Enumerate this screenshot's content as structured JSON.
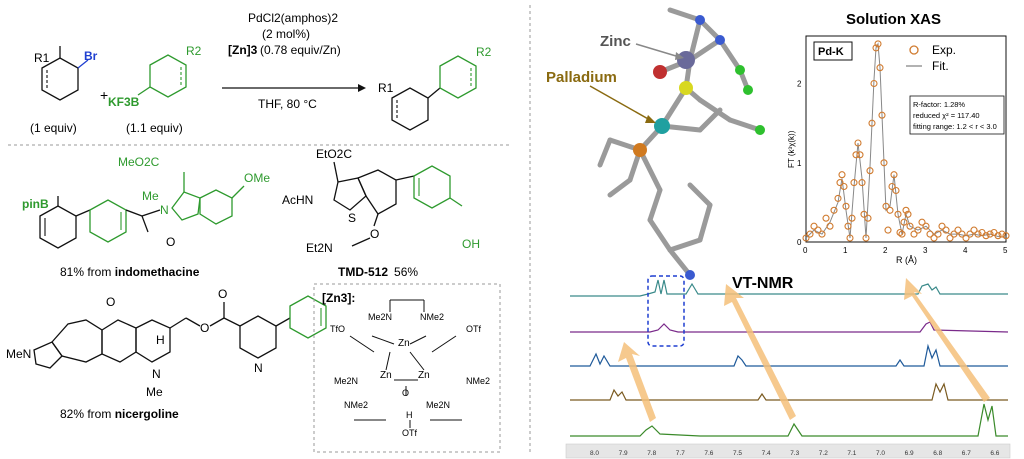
{
  "colors": {
    "green": "#2e9a2e",
    "orange": "#d07a2e",
    "highlight": "#f5c07a",
    "dashed_box": "#1f3fd0",
    "palladium": "#8a6a10",
    "divider": "#999999",
    "nmr_traces": [
      "#3a8a8a",
      "#7a2a8a",
      "#1f5a9a",
      "#7a5a20",
      "#3a8a2a"
    ]
  },
  "scheme": {
    "reactant1": {
      "label": "(1 equiv)",
      "substituent": "R1",
      "group": "Br"
    },
    "plus": "+",
    "reactant2": {
      "label": "(1.1 equiv)",
      "substituent": "R2",
      "group": "KF3B"
    },
    "conditions": {
      "catalyst": "PdCl2(amphos)2",
      "loading": "(2 mol%)",
      "additive": "[Zn]3",
      "additive_amount": "(0.78 equiv/Zn)",
      "solvent": "THF, 80 °C"
    },
    "product": {
      "r1": "R1",
      "r2": "R2"
    }
  },
  "examples": [
    {
      "id": "indomethacine",
      "prefix": "81% from ",
      "name": "indomethacine",
      "labels": {
        "ester": "MeO2C",
        "ome": "OMe",
        "me": "Me",
        "n": "N",
        "o": "O",
        "pinb": "pinB"
      }
    },
    {
      "id": "tmd512",
      "name": "TMD-512",
      "yield": "56%",
      "labels": {
        "ester": "EtO2C",
        "acnh": "AcHN",
        "s": "S",
        "o": "O",
        "net2": "Et2N",
        "oh": "OH"
      }
    },
    {
      "id": "nicergoline",
      "prefix": "82% from ",
      "name": "nicergoline",
      "labels": {
        "men": "MeN",
        "ome": "O",
        "h": "H",
        "n": "N",
        "me": "Me",
        "o1": "O",
        "o2": "O",
        "pyn": "N"
      }
    }
  ],
  "zn_complex": {
    "title": "[Zn3]:",
    "labels": {
      "tfo_left": "TfO",
      "otf_right": "OTf",
      "otf_bottom": "OTf",
      "zn_top": "Zn",
      "zn_left": "Zn",
      "zn_right": "Zn",
      "me2n_a": "Me2N",
      "nme2_a": "NMe2",
      "me2n_b": "Me2N",
      "nme2_b": "NMe2",
      "me2n_c": "Me2N",
      "nme2_c": "NMe2",
      "h": "H",
      "o": "O"
    }
  },
  "structure_3d": {
    "zinc_label": "Zinc",
    "palladium_label": "Palladium"
  },
  "xas": {
    "title": "Solution XAS",
    "edge_label": "Pd-K",
    "legend": {
      "exp": "Exp.",
      "fit": "Fit."
    },
    "stats": {
      "r_factor": "R-factor: 1.28%",
      "reduced_chi": "reduced χ² = 117.40",
      "fitting_range": "fitting range: 1.2 < r < 3.0"
    },
    "xlabel": "R (Å)",
    "ylabel": "FT (k³χ(k))",
    "x_ticks": [
      "0",
      "1",
      "2",
      "3",
      "4",
      "5"
    ],
    "y_ticks": [
      "0",
      "1",
      "2"
    ]
  },
  "chart_data": {
    "type": "scatter",
    "title": "Solution XAS",
    "xlabel": "R (Å)",
    "ylabel": "FT (k³χ(k))",
    "xlim": [
      0,
      5
    ],
    "ylim": [
      0,
      2.6
    ],
    "series": [
      {
        "name": "Exp.",
        "x": [
          0.0,
          0.1,
          0.2,
          0.3,
          0.4,
          0.5,
          0.6,
          0.7,
          0.8,
          0.85,
          0.9,
          0.95,
          1.0,
          1.05,
          1.1,
          1.15,
          1.2,
          1.25,
          1.3,
          1.35,
          1.4,
          1.45,
          1.5,
          1.55,
          1.6,
          1.65,
          1.7,
          1.75,
          1.8,
          1.85,
          1.9,
          1.95,
          2.0,
          2.05,
          2.1,
          2.15,
          2.2,
          2.25,
          2.3,
          2.35,
          2.4,
          2.45,
          2.5,
          2.55,
          2.6,
          2.7,
          2.8,
          2.9,
          3.0,
          3.1,
          3.2,
          3.3,
          3.4,
          3.5,
          3.6,
          3.7,
          3.8,
          3.9,
          4.0,
          4.1,
          4.2,
          4.3,
          4.4,
          4.5,
          4.6,
          4.7,
          4.8,
          4.9,
          5.0
        ],
        "y": [
          0.05,
          0.1,
          0.2,
          0.15,
          0.1,
          0.3,
          0.2,
          0.4,
          0.55,
          0.75,
          0.85,
          0.7,
          0.45,
          0.2,
          0.05,
          0.3,
          0.75,
          1.1,
          1.25,
          1.1,
          0.75,
          0.35,
          0.05,
          0.3,
          0.9,
          1.5,
          2.0,
          2.45,
          2.5,
          2.2,
          1.6,
          1.0,
          0.45,
          0.15,
          0.4,
          0.7,
          0.85,
          0.65,
          0.35,
          0.12,
          0.1,
          0.25,
          0.4,
          0.35,
          0.2,
          0.1,
          0.15,
          0.25,
          0.2,
          0.1,
          0.05,
          0.1,
          0.2,
          0.15,
          0.05,
          0.1,
          0.15,
          0.1,
          0.05,
          0.1,
          0.15,
          0.1,
          0.12,
          0.08,
          0.1,
          0.12,
          0.08,
          0.1,
          0.08
        ]
      },
      {
        "name": "Fit.",
        "x": [
          0.0,
          0.2,
          0.4,
          0.6,
          0.8,
          0.9,
          1.0,
          1.1,
          1.2,
          1.3,
          1.4,
          1.5,
          1.6,
          1.7,
          1.75,
          1.8,
          1.85,
          1.9,
          2.0,
          2.1,
          2.2,
          2.3,
          2.4,
          2.5,
          2.6,
          2.8,
          3.0,
          3.2,
          3.4,
          3.6,
          3.8,
          4.0,
          4.2,
          4.4,
          4.6,
          4.8,
          5.0
        ],
        "y": [
          0.05,
          0.15,
          0.1,
          0.25,
          0.5,
          0.8,
          0.4,
          0.05,
          0.7,
          1.25,
          0.8,
          0.05,
          0.95,
          2.05,
          2.45,
          2.5,
          2.2,
          1.6,
          0.4,
          0.45,
          0.85,
          0.35,
          0.1,
          0.35,
          0.2,
          0.15,
          0.2,
          0.1,
          0.15,
          0.1,
          0.1,
          0.08,
          0.1,
          0.08,
          0.1,
          0.07,
          0.06
        ]
      }
    ]
  },
  "nmr": {
    "title": "VT-NMR",
    "x_ticks": [
      "8.0",
      "7.9",
      "7.8",
      "7.7",
      "7.6",
      "7.5",
      "7.4",
      "7.3",
      "7.2",
      "7.1",
      "7.0",
      "6.9",
      "6.8",
      "6.7",
      "6.6"
    ]
  }
}
